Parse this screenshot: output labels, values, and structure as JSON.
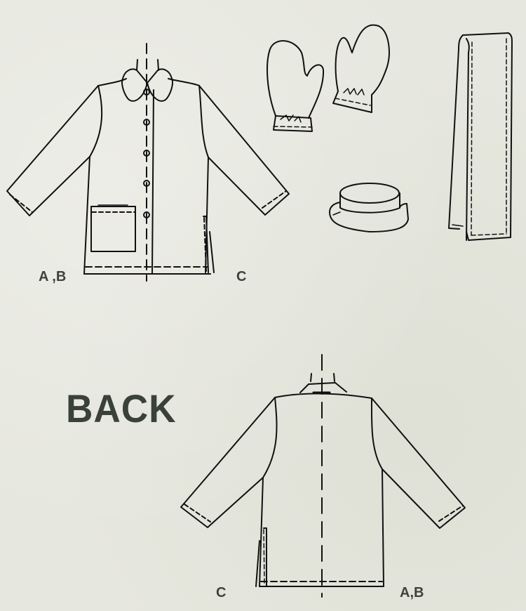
{
  "page": {
    "background_color": "#e6e7de",
    "ink_color": "#111111",
    "label_color": "#3d433c"
  },
  "front": {
    "jacket_label_left": "A ,B",
    "jacket_label_right": "C",
    "items": [
      "jacket-front",
      "mitten-left",
      "mitten-right",
      "hat",
      "scarf"
    ]
  },
  "back": {
    "title": "BACK",
    "jacket_label_left": "C",
    "jacket_label_right": "A,B",
    "items": [
      "jacket-back"
    ]
  }
}
